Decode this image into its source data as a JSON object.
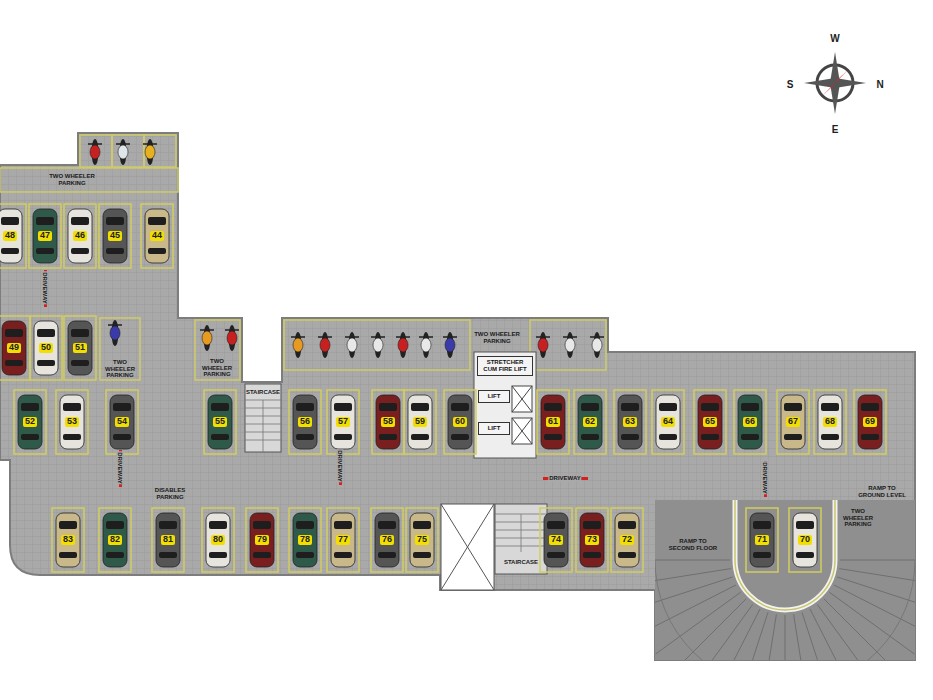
{
  "diagram": {
    "nodes": [
      {
        "text": [
          "STRETCHER CUM FIRE LIFT"
        ]
      },
      {
        "text": [
          "LIFT"
        ]
      },
      {
        "text": [
          "LIFT"
        ]
      }
    ],
    "labels": [
      "W",
      "S",
      "N",
      "E",
      "TWO WHEELER PARKING",
      "48",
      "47",
      "46",
      "45",
      "44",
      "DRIVEWAY",
      "49",
      "50",
      "51",
      "TWO WHEELER PARKING",
      "TWO WHEELER PARKING",
      "TWO WHEELER PARKING",
      "STAIRCASE",
      "52",
      "53",
      "54",
      "55",
      "56",
      "57",
      "58",
      "59",
      "60",
      "61",
      "62",
      "63",
      "64",
      "65",
      "66",
      "67",
      "68",
      "69",
      "DRIVEWAY",
      "DRIVEWAY",
      "DRIVEWAY",
      "DRIVEWAY",
      "DISABLES PARKING",
      "83",
      "82",
      "81",
      "80",
      "79",
      "78",
      "77",
      "76",
      "75",
      "74",
      "73",
      "72",
      "STAIRCASE",
      "RAMP TO SECOND FLOOR",
      "TWO WHEELER PARKING",
      "RAMP TO GROUND LEVEL",
      "71",
      "70"
    ]
  }
}
